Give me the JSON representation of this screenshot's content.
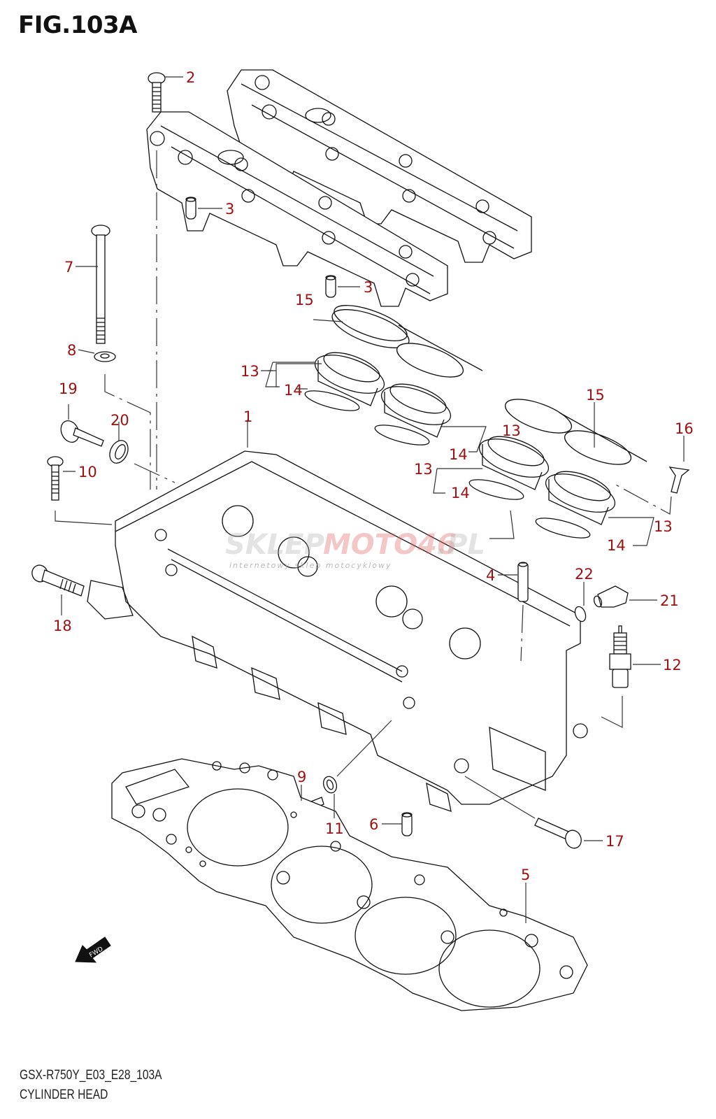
{
  "figure": {
    "title": "FIG.103A",
    "code": "GSX-R750Y_E03_E28_103A",
    "name": "CYLINDER HEAD",
    "fwd_label": "FWD",
    "label_color": "#a01010"
  },
  "watermark": {
    "text_gray": "SKLEP",
    "text_red": "MOTO46",
    "text_suffix": ".PL",
    "subtitle": "internetowy sklep motocyklowy"
  },
  "callouts": [
    {
      "id": "c2",
      "label": "2",
      "part": "bolt"
    },
    {
      "id": "c3a",
      "label": "3",
      "part": "dowel pin"
    },
    {
      "id": "c3b",
      "label": "3",
      "part": "dowel pin"
    },
    {
      "id": "c7",
      "label": "7",
      "part": "long bolt"
    },
    {
      "id": "c8",
      "label": "8",
      "part": "washer"
    },
    {
      "id": "c15a",
      "label": "15",
      "part": "clamp"
    },
    {
      "id": "c13a",
      "label": "13",
      "part": "intake pipe"
    },
    {
      "id": "c14a",
      "label": "14",
      "part": "o-ring"
    },
    {
      "id": "c19",
      "label": "19",
      "part": "bolt"
    },
    {
      "id": "c20",
      "label": "20",
      "part": "seal"
    },
    {
      "id": "c1",
      "label": "1",
      "part": "cylinder head"
    },
    {
      "id": "c10",
      "label": "10",
      "part": "bolt"
    },
    {
      "id": "c13b",
      "label": "13",
      "part": "intake pipe"
    },
    {
      "id": "c14b",
      "label": "14",
      "part": "o-ring"
    },
    {
      "id": "c15b",
      "label": "15",
      "part": "clamp"
    },
    {
      "id": "c16",
      "label": "16",
      "part": "screw"
    },
    {
      "id": "c13c",
      "label": "13",
      "part": "intake pipe"
    },
    {
      "id": "c14c",
      "label": "14",
      "part": "o-ring"
    },
    {
      "id": "c13d",
      "label": "13",
      "part": "intake pipe"
    },
    {
      "id": "c14d",
      "label": "14",
      "part": "o-ring"
    },
    {
      "id": "c4",
      "label": "4",
      "part": "stud"
    },
    {
      "id": "c22",
      "label": "22",
      "part": "gasket"
    },
    {
      "id": "c21",
      "label": "21",
      "part": "plug"
    },
    {
      "id": "c18",
      "label": "18",
      "part": "bolt"
    },
    {
      "id": "c12",
      "label": "12",
      "part": "spark plug"
    },
    {
      "id": "c9",
      "label": "9",
      "part": "bolt"
    },
    {
      "id": "c11",
      "label": "11",
      "part": "washer"
    },
    {
      "id": "c6",
      "label": "6",
      "part": "dowel pin"
    },
    {
      "id": "c17",
      "label": "17",
      "part": "bolt"
    },
    {
      "id": "c5",
      "label": "5",
      "part": "cylinder head gasket"
    }
  ]
}
